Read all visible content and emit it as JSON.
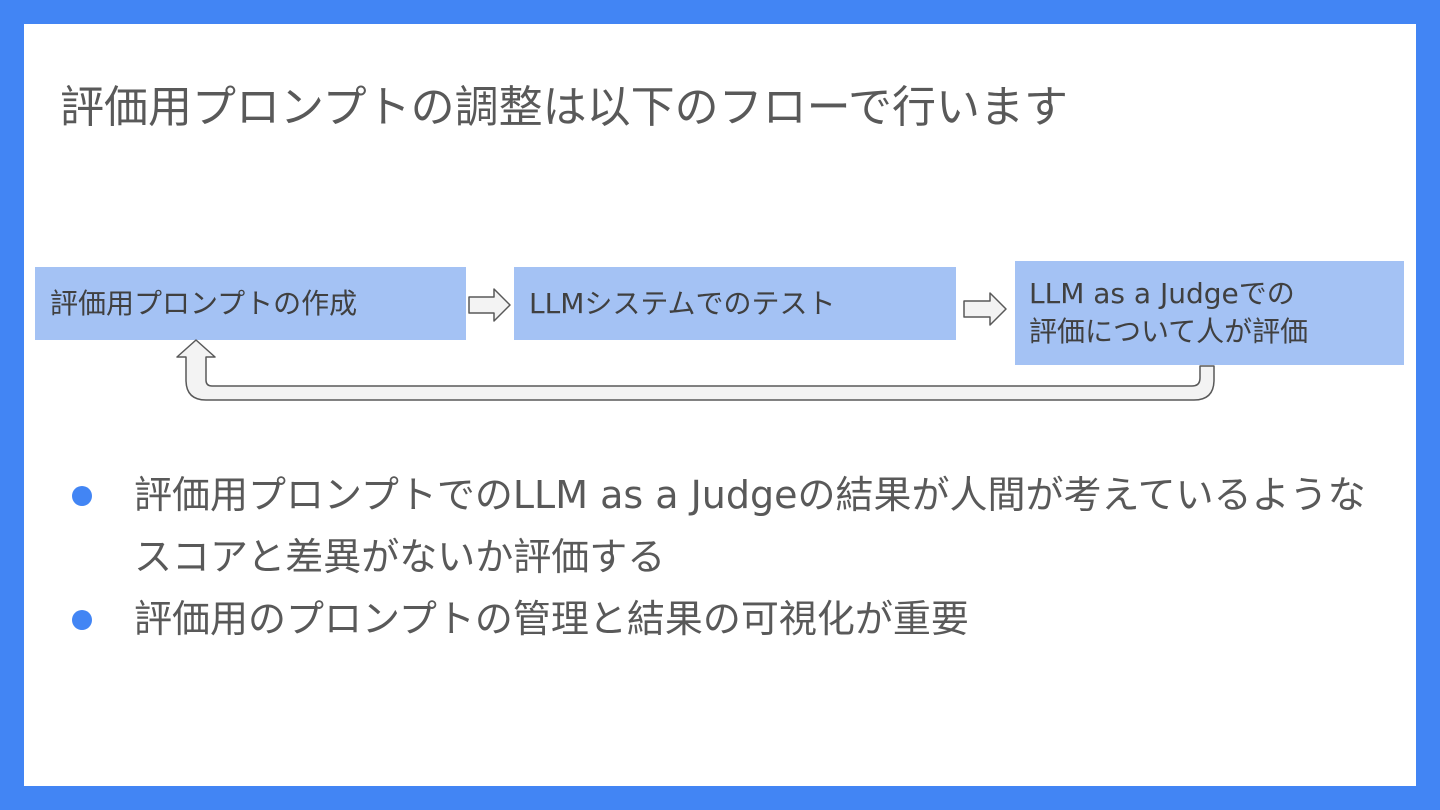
{
  "slide": {
    "title": "評価用プロンプトの調整は以下のフローで行います",
    "flow": {
      "step1": "評価用プロンプトの作成",
      "step2": "LLMシステムでのテスト",
      "step3_line1": "LLM as a Judgeでの",
      "step3_line2": "評価について人が評価"
    },
    "bullets": [
      "評価用プロンプトでのLLM as a Judgeの結果が人間が考えているようなスコアと差異がないか評価する",
      "評価用のプロンプトの管理と結果の可視化が重要"
    ]
  },
  "colors": {
    "frame": "#4285f4",
    "box_fill": "#a4c2f4",
    "bullet": "#4285f4",
    "text": "#595959"
  },
  "icons": [
    "right-arrow-icon",
    "right-arrow-icon",
    "loop-back-arrow-icon",
    "bullet-dot-icon"
  ]
}
